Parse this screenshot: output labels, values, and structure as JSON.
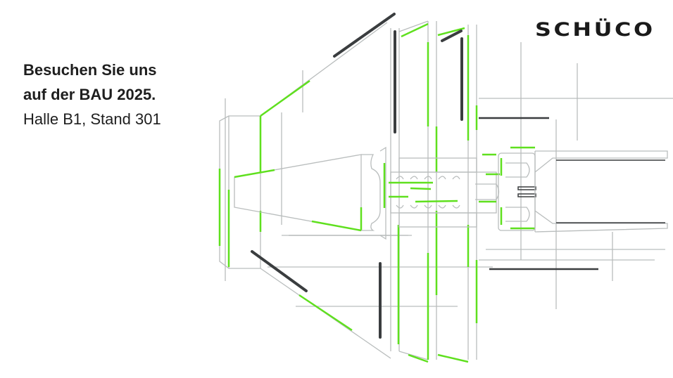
{
  "brand": {
    "logo_text": "SCHÜCO"
  },
  "headline": {
    "line1": "Besuchen Sie uns",
    "line2": "auf der BAU 2025.",
    "line3": "Halle B1, Stand 301"
  },
  "colors": {
    "accent": "#5fe01e",
    "line": "#b9bdbd",
    "dark": "#3a3d3f"
  }
}
